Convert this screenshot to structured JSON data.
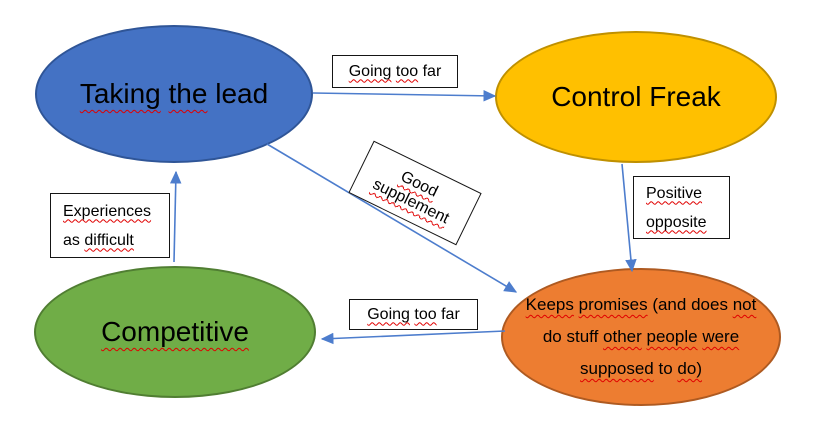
{
  "colors": {
    "background": "#FFFFFF",
    "arrow": "#4D7DCD",
    "spellcheck_underline": "#E00000",
    "label_box_border": "#151515",
    "label_box_fill": "#FFFFFF"
  },
  "nodes": {
    "taking_the_lead": {
      "text": "Taking the lead",
      "fill": "#4472C4",
      "border": "#2F5597",
      "lines": [
        [
          {
            "t": "Taking",
            "misspelled": true
          },
          {
            "t": "the",
            "misspelled": true
          },
          {
            "t": "lead",
            "misspelled": false
          }
        ]
      ]
    },
    "control_freak": {
      "text": "Control Freak",
      "fill": "#FFC000",
      "border": "#BF9000",
      "lines": [
        [
          {
            "t": "Control",
            "misspelled": false
          },
          {
            "t": "Freak",
            "misspelled": false
          }
        ]
      ]
    },
    "competitive": {
      "text": "Competitive",
      "fill": "#70AD47",
      "border": "#507E32",
      "lines": [
        [
          {
            "t": "Competitive",
            "misspelled": true
          }
        ]
      ]
    },
    "keeps_promises": {
      "text": "Keeps promises (and does not do stuff other people were supposed to do)",
      "fill": "#ED7D31",
      "border": "#AE5A21",
      "lines": [
        [
          {
            "t": "Keeps",
            "misspelled": true
          },
          {
            "t": "promises",
            "misspelled": true
          },
          {
            "t": "(and",
            "misspelled": false
          },
          {
            "t": "does",
            "misspelled": false
          },
          {
            "t": "not",
            "misspelled": true
          }
        ],
        [
          {
            "t": "do",
            "misspelled": false
          },
          {
            "t": "stuff",
            "misspelled": false
          },
          {
            "t": "other",
            "misspelled": true
          },
          {
            "t": "people",
            "misspelled": true
          },
          {
            "t": "were",
            "misspelled": true
          }
        ],
        [
          {
            "t": "supposed",
            "misspelled": true
          },
          {
            "t": "to",
            "misspelled": false
          },
          {
            "t": "do)",
            "misspelled": true
          }
        ]
      ]
    }
  },
  "labels": {
    "going_too_far_top": {
      "text": "Going too far",
      "lines": [
        [
          {
            "t": "Going",
            "misspelled": true
          },
          {
            "t": "too",
            "misspelled": true
          },
          {
            "t": "far",
            "misspelled": false
          }
        ]
      ]
    },
    "good_supplement": {
      "text": "Good supplement",
      "rotation_deg": 26,
      "lines": [
        [
          {
            "t": "Good",
            "misspelled": true
          }
        ],
        [
          {
            "t": "supplement",
            "misspelled": true
          }
        ]
      ]
    },
    "experiences_as_difficult": {
      "text": "Experiences as difficult",
      "lines": [
        [
          {
            "t": "Experiences",
            "misspelled": true
          }
        ],
        [
          {
            "t": "as",
            "misspelled": false
          },
          {
            "t": "difficult",
            "misspelled": true
          }
        ]
      ]
    },
    "positive_opposite": {
      "text": "Positive opposite",
      "lines": [
        [
          {
            "t": "Positive",
            "misspelled": true
          }
        ],
        [
          {
            "t": "opposite",
            "misspelled": true
          }
        ]
      ]
    },
    "going_too_far_bottom": {
      "text": "Going too far",
      "lines": [
        [
          {
            "t": "Going",
            "misspelled": true
          },
          {
            "t": "too",
            "misspelled": true
          },
          {
            "t": "far",
            "misspelled": false
          }
        ]
      ]
    }
  },
  "connections": [
    {
      "from": "Taking the lead",
      "to": "Control Freak",
      "label": "Going too far"
    },
    {
      "from": "Taking the lead",
      "to": "Keeps promises (and does not do stuff other people were supposed to do)",
      "label": "Good supplement"
    },
    {
      "from": "Control Freak",
      "to": "Keeps promises (and does not do stuff other people were supposed to do)",
      "label": "Positive opposite"
    },
    {
      "from": "Keeps promises (and does not do stuff other people were supposed to do)",
      "to": "Competitive",
      "label": "Going too far"
    },
    {
      "from": "Competitive",
      "to": "Taking the lead",
      "label": "Experiences as difficult"
    }
  ]
}
